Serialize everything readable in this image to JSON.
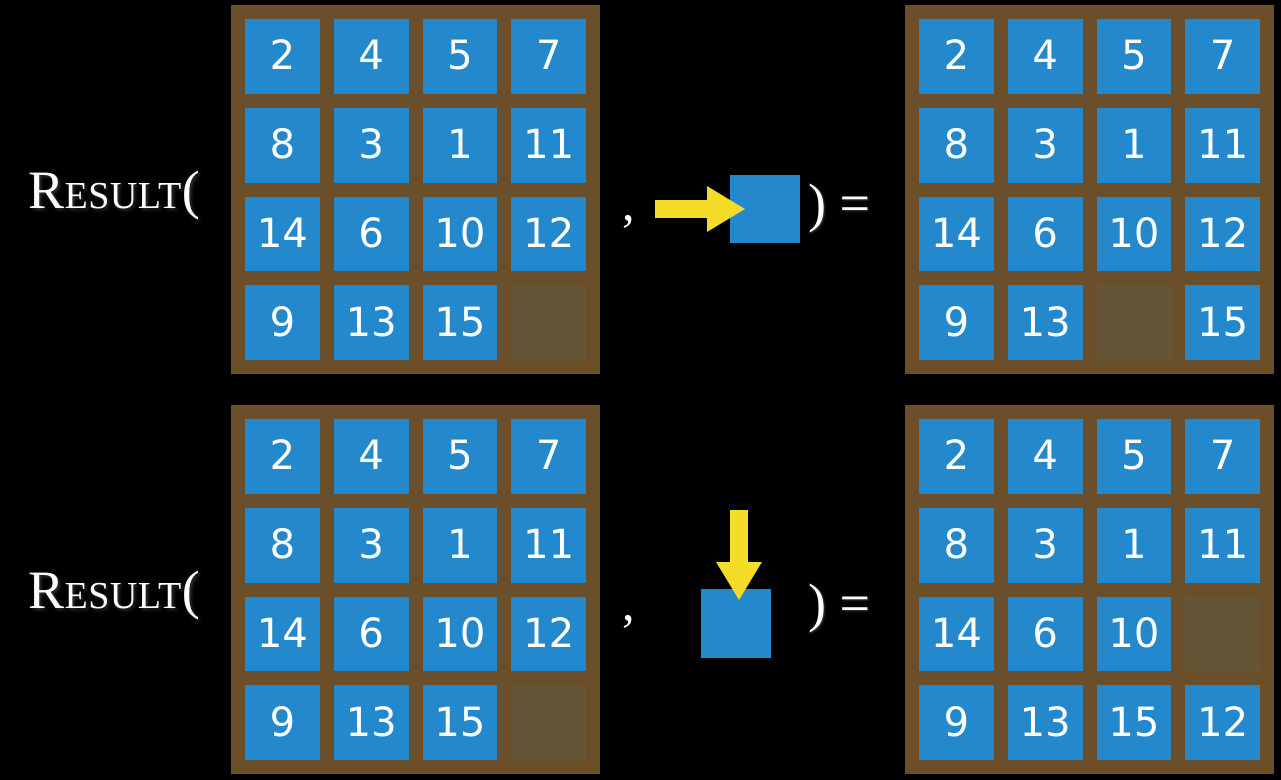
{
  "colors": {
    "background": "#000000",
    "board_frame": "#6b4f2a",
    "empty_cell": "#645536",
    "tile": "#2489cc",
    "tile_text": "#ffffff",
    "arrow": "#f5dc28",
    "label_text": "#ffffff"
  },
  "equations": [
    {
      "label": "Result(",
      "separator": ",",
      "close": ") =",
      "action": {
        "icon": "arrow-right-icon",
        "direction": "right"
      },
      "input_board": {
        "rows": [
          [
            "2",
            "4",
            "5",
            "7"
          ],
          [
            "8",
            "3",
            "1",
            "11"
          ],
          [
            "14",
            "6",
            "10",
            "12"
          ],
          [
            "9",
            "13",
            "15",
            ""
          ]
        ]
      },
      "output_board": {
        "rows": [
          [
            "2",
            "4",
            "5",
            "7"
          ],
          [
            "8",
            "3",
            "1",
            "11"
          ],
          [
            "14",
            "6",
            "10",
            "12"
          ],
          [
            "9",
            "13",
            "",
            "15"
          ]
        ]
      }
    },
    {
      "label": "Result(",
      "separator": ",",
      "close": ") =",
      "action": {
        "icon": "arrow-down-icon",
        "direction": "down"
      },
      "input_board": {
        "rows": [
          [
            "2",
            "4",
            "5",
            "7"
          ],
          [
            "8",
            "3",
            "1",
            "11"
          ],
          [
            "14",
            "6",
            "10",
            "12"
          ],
          [
            "9",
            "13",
            "15",
            ""
          ]
        ]
      },
      "output_board": {
        "rows": [
          [
            "2",
            "4",
            "5",
            "7"
          ],
          [
            "8",
            "3",
            "1",
            "11"
          ],
          [
            "14",
            "6",
            "10",
            ""
          ],
          [
            "9",
            "13",
            "15",
            "12"
          ]
        ]
      }
    }
  ]
}
